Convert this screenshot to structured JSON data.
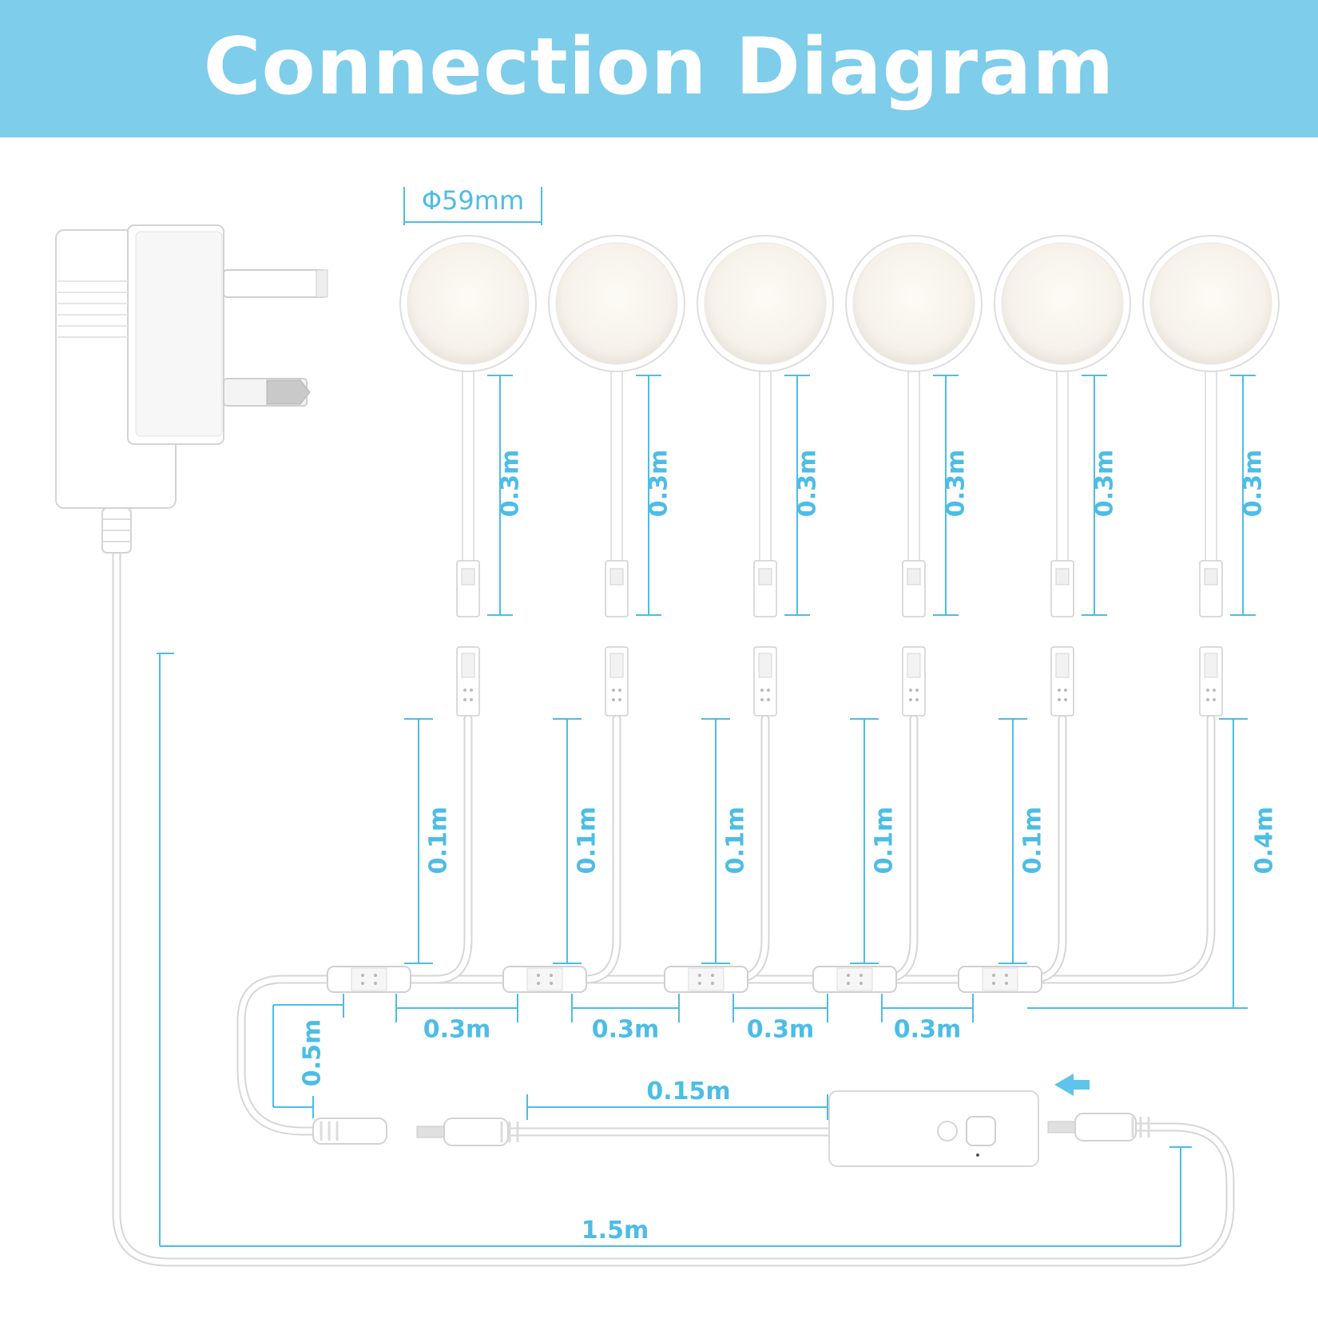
{
  "header": {
    "title": "Connection Diagram"
  },
  "colors": {
    "banner": "#7dcdeb",
    "accent": "#4cbde6",
    "cable": "#dcdcdc",
    "product": "#ffffff"
  },
  "puck_diameter": "Φ59mm",
  "puck_leads": [
    {
      "label": "0.3m"
    },
    {
      "label": "0.3m"
    },
    {
      "label": "0.3m"
    },
    {
      "label": "0.3m"
    },
    {
      "label": "0.3m"
    },
    {
      "label": "0.3m"
    }
  ],
  "branch_leads": [
    {
      "label": "0.1m"
    },
    {
      "label": "0.1m"
    },
    {
      "label": "0.1m"
    },
    {
      "label": "0.1m"
    },
    {
      "label": "0.1m"
    },
    {
      "label": "0.4m"
    }
  ],
  "splitter_gaps": [
    {
      "label": "0.3m"
    },
    {
      "label": "0.3m"
    },
    {
      "label": "0.3m"
    },
    {
      "label": "0.3m"
    }
  ],
  "lead_to_plug": "0.5m",
  "switch_lead": "0.15m",
  "power_cable": "1.5m",
  "icons": {
    "adapter": "uk-plug-adapter-icon",
    "puck": "puck-light-icon",
    "switch": "touch-switch-icon",
    "arrow": "arrow-left-icon"
  }
}
